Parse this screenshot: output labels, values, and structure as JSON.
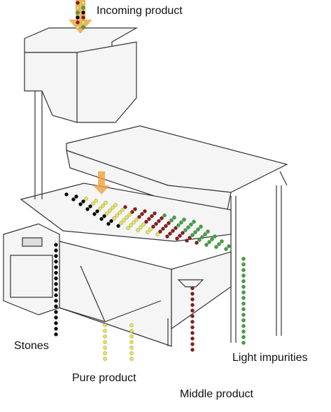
{
  "labels": {
    "incoming": "Incoming product",
    "stones": "Stones",
    "pure": "Pure product",
    "middle": "Middle product",
    "light": "Light impurities"
  },
  "colors": {
    "stones": "#000000",
    "pure": "#e6e64a",
    "middle": "#8b1a1a",
    "light": "#3da33d",
    "arrow": "#f0a040",
    "machine_line": "#333333",
    "machine_fill": "#f4f4f4"
  }
}
